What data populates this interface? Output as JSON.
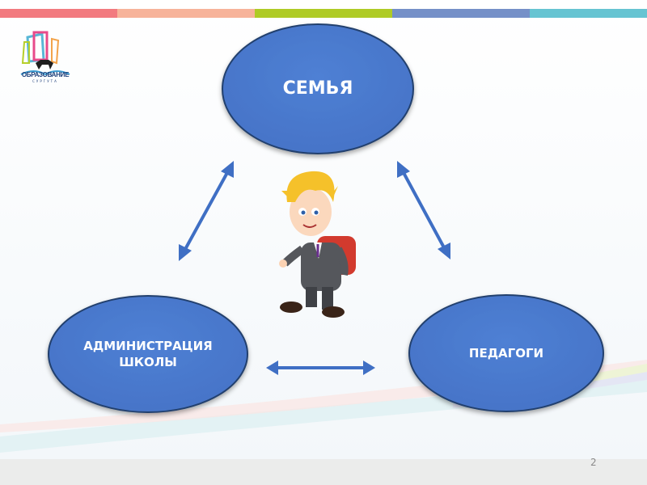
{
  "colors": {
    "ellipse_fill": "#4a7bd0",
    "ellipse_border": "#23416e",
    "arrow": "#3f6fc4",
    "topbar": [
      "#f27a7f",
      "#f7b39a",
      "#afcb25",
      "#7590c8",
      "#66c4d2"
    ]
  },
  "logo": {
    "title": "ОБРАЗОВАНИЕ",
    "subtitle": "СУРГУТА"
  },
  "nodes": {
    "family": "СЕМЬЯ",
    "administration": "АДМИНИСТРАЦИЯ ШКОЛЫ",
    "teachers": "ПЕДАГОГИ"
  },
  "center_image": "schoolboy-with-backpack",
  "page_number": "2"
}
